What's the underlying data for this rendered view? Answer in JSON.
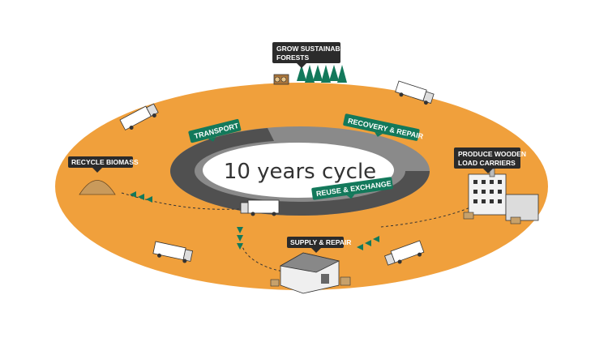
{
  "center": {
    "title": "10 years cycle"
  },
  "stages": {
    "grow": {
      "line1": "GROW SUSTAINABLE",
      "line2": "FORESTS"
    },
    "produce": {
      "line1": "PRODUCE WOODEN",
      "line2": "LOAD CARRIERS"
    },
    "supply": {
      "label": "SUPPLY & REPAIR"
    },
    "recycle": {
      "label": "RECYCLE BIOMASS"
    }
  },
  "inner_labels": {
    "transport": "TRANSPORT",
    "recovery": "RECOVERY & REPAIR",
    "reuse": "REUSE & EXCHANGE"
  },
  "colors": {
    "ring_orange": "#F0A03C",
    "inner_dark": "#555555",
    "inner_light": "#8A8A8A",
    "green_label": "#13795B",
    "dark_label": "#2B2B2B"
  }
}
